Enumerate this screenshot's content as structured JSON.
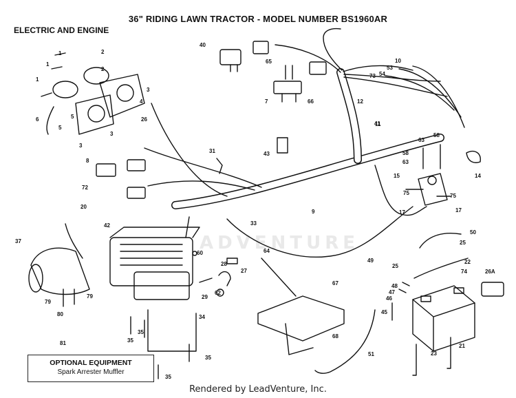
{
  "header": {
    "title": "36\" RIDING LAWN TRACTOR - MODEL NUMBER BS1960AR",
    "section": "ELECTRIC AND ENGINE"
  },
  "optional_box": {
    "heading": "OPTIONAL EQUIPMENT",
    "text": "Spark Arrester Muffler"
  },
  "watermark": "ADVENTURE",
  "footer": "Rendered by LeadVenture, Inc.",
  "callouts": [
    "1",
    "1",
    "1",
    "2",
    "2",
    "3",
    "3",
    "3",
    "4",
    "5",
    "5",
    "6",
    "7",
    "8",
    "9",
    "10",
    "11",
    "12",
    "14",
    "15",
    "17",
    "17",
    "20",
    "21",
    "22",
    "23",
    "25",
    "25",
    "26",
    "26A",
    "27",
    "28",
    "29",
    "31",
    "33",
    "34",
    "35",
    "35",
    "35",
    "35",
    "37",
    "40",
    "41",
    "42",
    "43",
    "45",
    "46",
    "47",
    "48",
    "49",
    "50",
    "51",
    "53",
    "54",
    "58",
    "58",
    "60",
    "62",
    "63",
    "63",
    "64",
    "65",
    "66",
    "67",
    "68",
    "72",
    "73",
    "74",
    "75",
    "75",
    "79",
    "79",
    "80",
    "81"
  ]
}
